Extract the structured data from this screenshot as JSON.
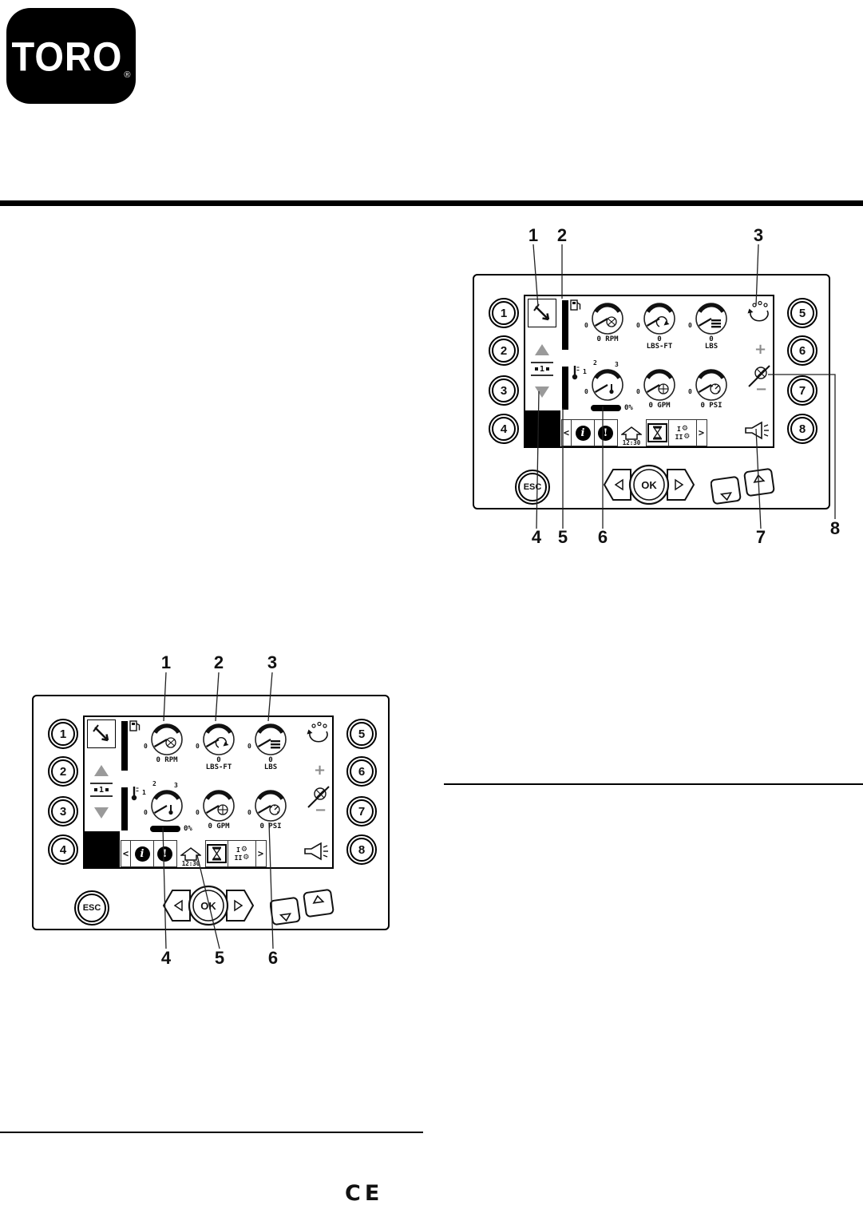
{
  "logo": {
    "text": "TORO",
    "registered": "®"
  },
  "figure1": {
    "callouts_top": [
      "1",
      "2",
      "3"
    ],
    "callouts_bottom": [
      "4",
      "5",
      "6",
      "7",
      "8"
    ]
  },
  "figure2": {
    "callouts_top": [
      "1",
      "2",
      "3"
    ],
    "callouts_bottom": [
      "4",
      "5",
      "6"
    ]
  },
  "panel": {
    "left_buttons": [
      "1",
      "2",
      "3",
      "4"
    ],
    "right_buttons": [
      "5",
      "6",
      "7",
      "8"
    ],
    "page_indicator": "1",
    "plus": "+",
    "minus": "−",
    "esc": "ESC",
    "ok": "OK",
    "gauges": {
      "reel_speed": {
        "min": "0",
        "label": "0 RPM"
      },
      "torque": {
        "min": "0",
        "value": "0",
        "unit": "LBS-FT"
      },
      "weight": {
        "min": "0",
        "value": "0",
        "unit": "LBS"
      },
      "temperature": {
        "min": "0",
        "ticks": [
          "1",
          "2",
          "3"
        ],
        "bar_value": "0%"
      },
      "flow": {
        "min": "0",
        "label": "0 GPM"
      },
      "pressure": {
        "min": "0",
        "label": "0 PSI"
      }
    },
    "menu": {
      "prev": "<",
      "next": ">",
      "info_glyph": "i",
      "warning_glyph": "!",
      "time": "12:30",
      "gear_rows": [
        {
          "numeral": "I",
          "glyph": "⚙"
        },
        {
          "numeral": "II",
          "glyph": "⚙"
        }
      ]
    }
  },
  "ce_mark": "CE"
}
